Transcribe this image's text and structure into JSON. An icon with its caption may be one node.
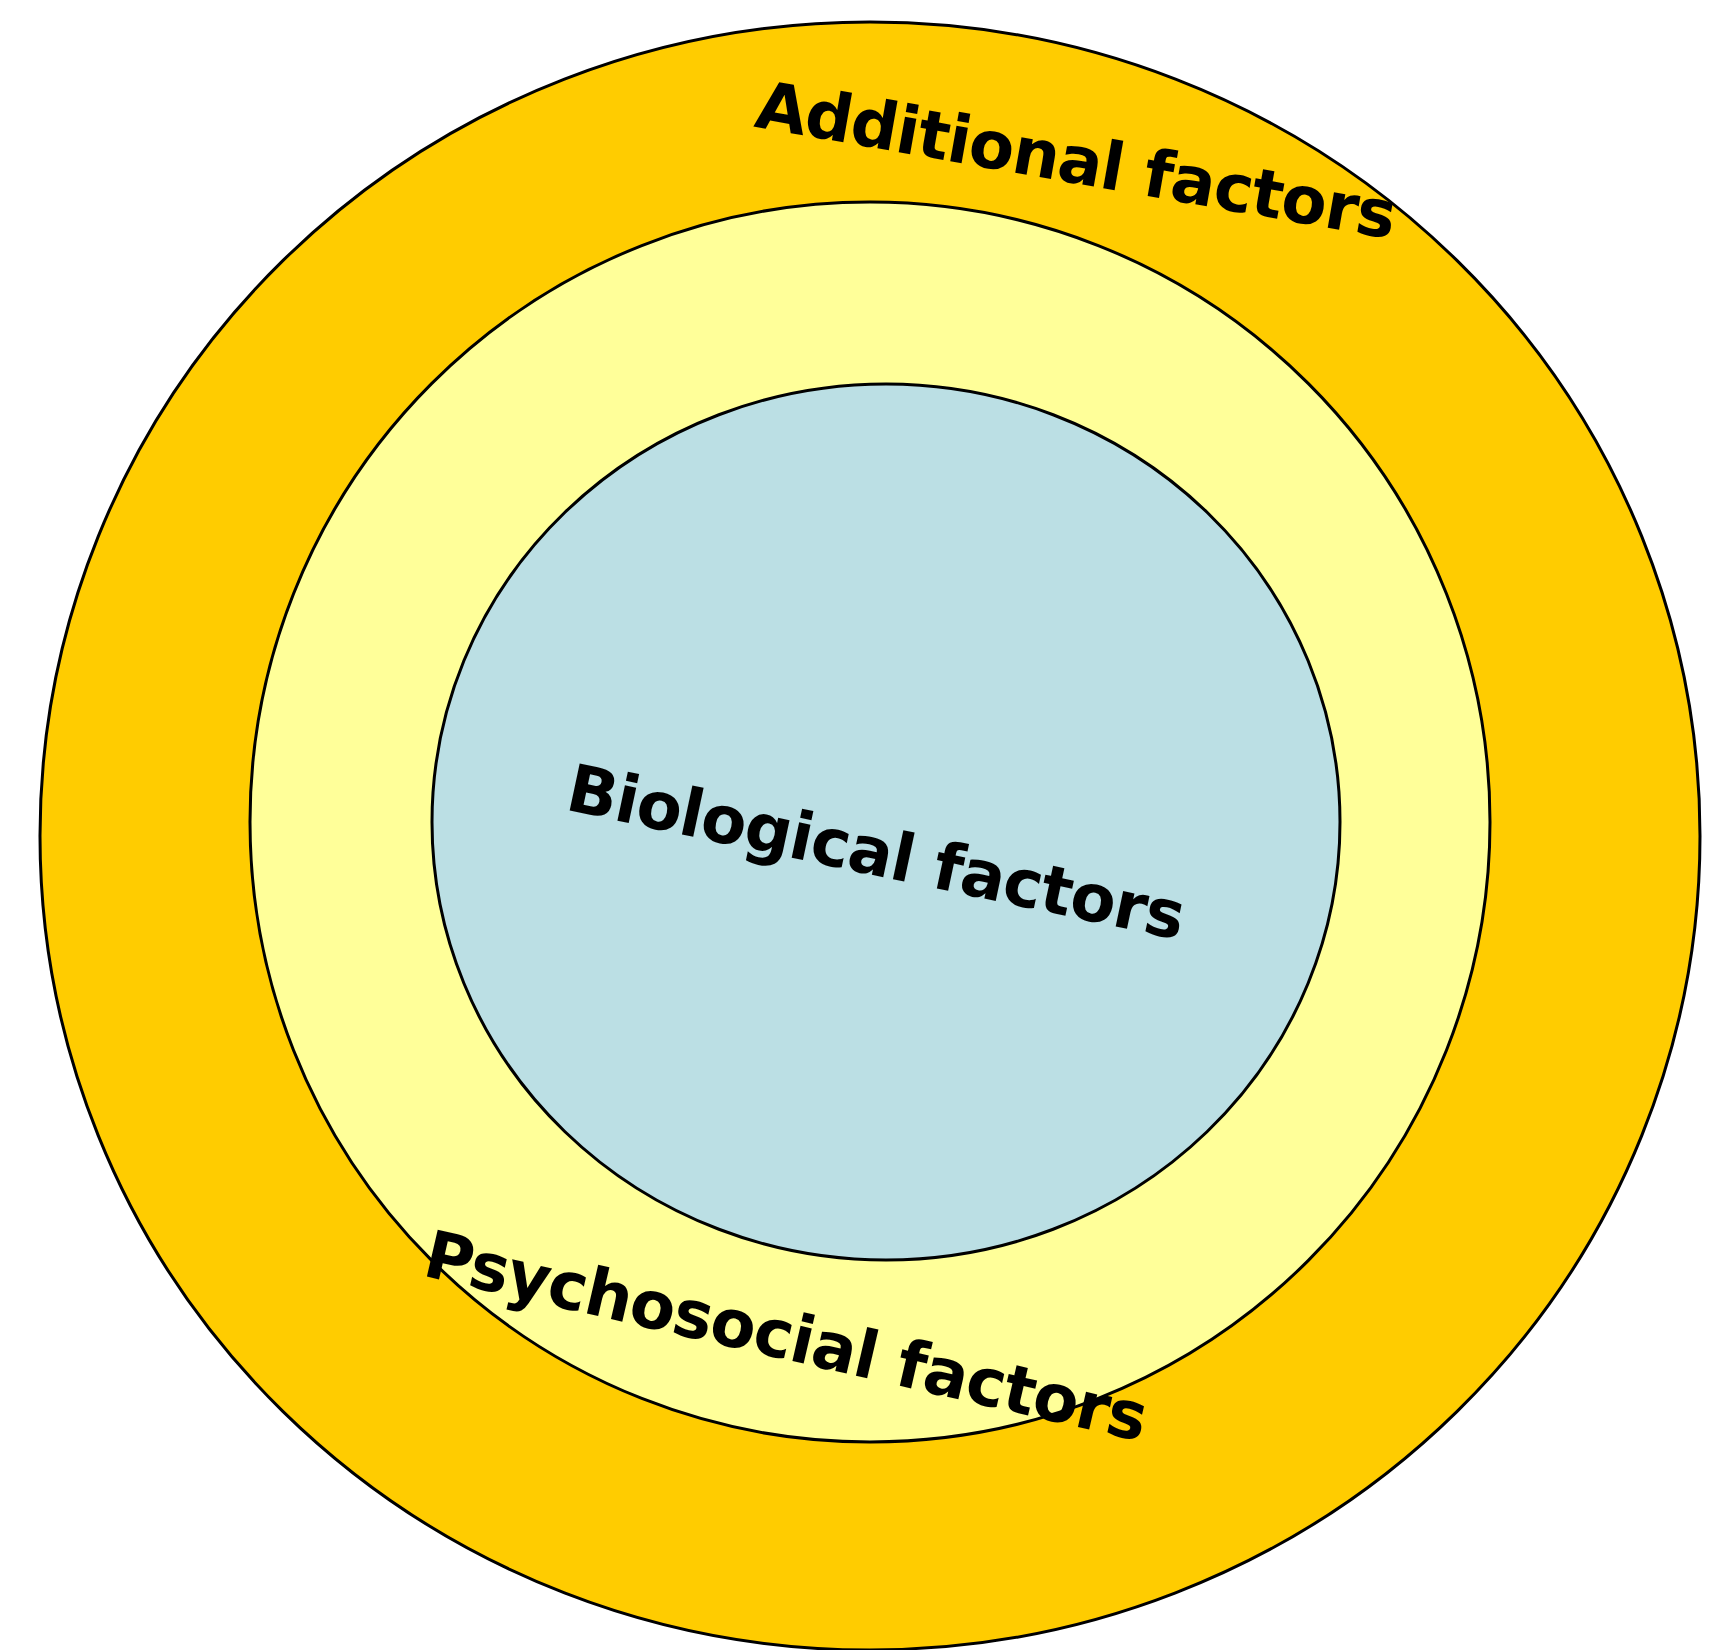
{
  "diagram": {
    "nodes": [
      {
        "text": [
          "Additional factors"
        ]
      },
      {
        "text": [
          "Psychosocial factors"
        ],
        "in": 0
      },
      {
        "text": [
          "Biological factors"
        ],
        "in": 1
      }
    ]
  }
}
